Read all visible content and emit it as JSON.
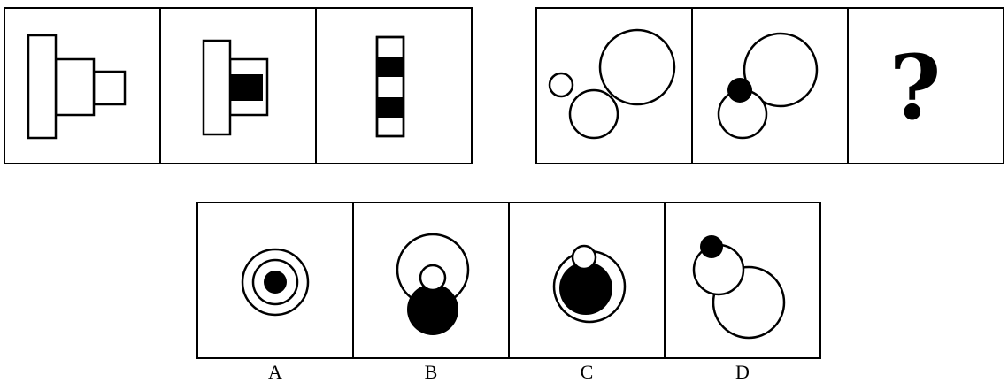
{
  "puzzle": {
    "left_sequence": {
      "panels": [
        {
          "icon": "stepped-rectangles-outline"
        },
        {
          "icon": "stepped-rectangles-with-black-square"
        },
        {
          "icon": "vertical-bar-two-black-stripes"
        }
      ]
    },
    "right_sequence": {
      "question_mark": "?",
      "panels": [
        {
          "icon": "three-outline-circles"
        },
        {
          "icon": "two-outline-circles-with-small-black-circle"
        },
        {
          "icon": "question-mark"
        }
      ]
    },
    "options": [
      {
        "label": "A",
        "icon": "concentric-circles-black-center"
      },
      {
        "label": "B",
        "icon": "outline-circle-with-black-circle-below-and-small-white-circle"
      },
      {
        "label": "C",
        "icon": "black-circle-inside-outline-circle-with-small-white-circle-on-top"
      },
      {
        "label": "D",
        "icon": "small-black-circle-medium-circle-overlapping-large-circle"
      }
    ],
    "colors": {
      "ink": "#000000",
      "background": "#ffffff"
    }
  }
}
